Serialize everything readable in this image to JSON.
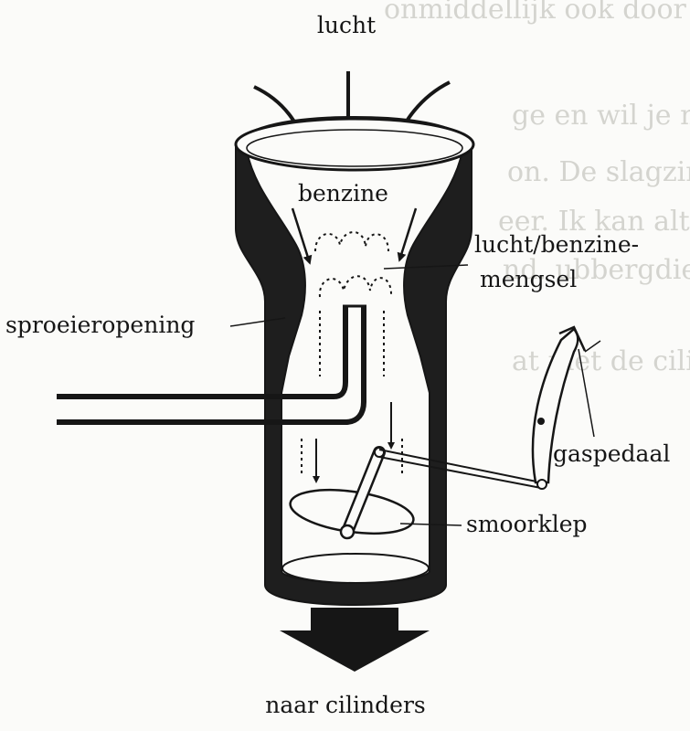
{
  "labels": {
    "air": "lucht",
    "fuel": "benzine",
    "mixture_line1": "lucht/benzine-",
    "mixture_line2": "mengsel",
    "jet": "sproeieropening",
    "pedal": "gaspedaal",
    "throttle": "smoorklep",
    "outlet": "naar cilinders"
  },
  "show_through_text": [
    "onmiddellijk ook door",
    "ge en wil je met je auto vlug",
    "on. De slagzin is in tweede",
    "eer. Ik kan altijd bij mijn vluchten die",
    "nd. ubbergdiepen van in",
    "at niet de cilinders om"
  ],
  "colors": {
    "ink": "#161616",
    "paper": "#fbfbf9",
    "faint": "#d4d4cf"
  }
}
